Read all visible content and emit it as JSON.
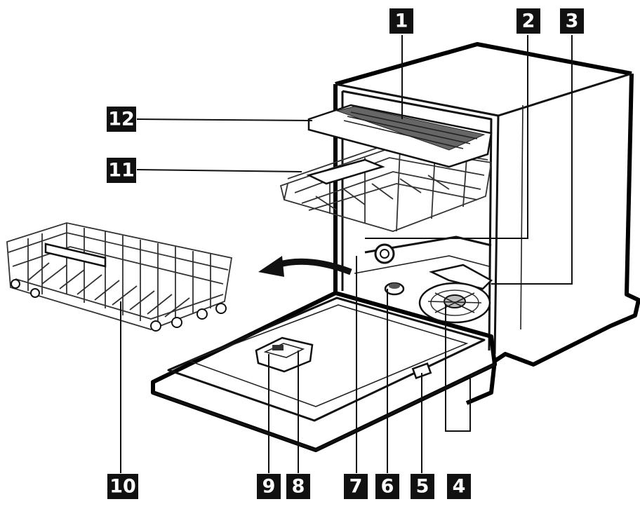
{
  "labels": {
    "l1": "1",
    "l2": "2",
    "l3": "3",
    "l4": "4",
    "l5": "5",
    "l6": "6",
    "l7": "7",
    "l8": "8",
    "l9": "9",
    "l10": "10",
    "l11": "11",
    "l12": "12"
  },
  "colors": {
    "label_bg": "#111111",
    "label_text": "#ffffff",
    "line": "#000000"
  }
}
